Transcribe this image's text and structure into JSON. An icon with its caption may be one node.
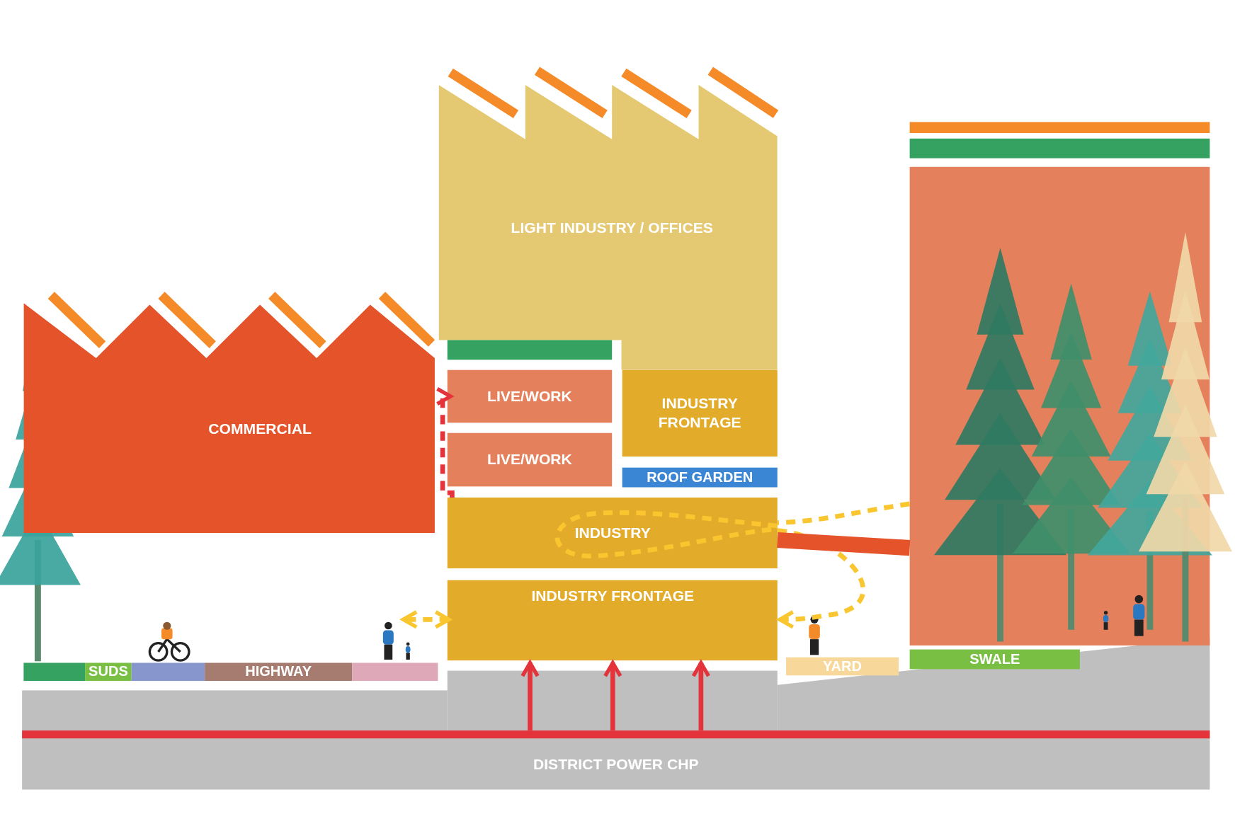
{
  "diagram": {
    "nodes": [
      {
        "text": [
          "LIGHT INDUSTRY / OFFICES"
        ]
      },
      {
        "text": [],
        "shape": "box"
      },
      {
        "text": [
          "COMMERCIAL"
        ]
      },
      {
        "text": [
          "LIVE/WORK"
        ]
      },
      {
        "text": [
          "LIVE/WORK"
        ]
      },
      {
        "text": [
          "INDUSTRY FRONTAGE"
        ]
      },
      {
        "text": [
          "ROOF GARDEN"
        ]
      },
      {
        "text": [
          "INDUSTRY"
        ]
      },
      {
        "text": [
          "INDUSTRY FRONTAGE"
        ]
      },
      {
        "text": [],
        "shape": "box"
      },
      {
        "text": [],
        "shape": "box"
      },
      {
        "text": [],
        "shape": "box"
      },
      {
        "text": [],
        "shape": "box"
      },
      {
        "text": [
          "SUDS"
        ]
      },
      {
        "text": [],
        "shape": "box"
      },
      {
        "text": [
          "HIGHWAY"
        ]
      },
      {
        "text": [],
        "shape": "box"
      },
      {
        "text": [
          "YARD"
        ]
      },
      {
        "text": [
          "SWALE"
        ]
      },
      {
        "text": [
          "DISTRICT POWER CHP"
        ]
      }
    ],
    "edges": [
      {
        "from": 19,
        "to": 8,
        "arrow": "to",
        "color": "#e4343b"
      },
      {
        "from": 19,
        "to": 8,
        "arrow": "to",
        "color": "#e4343b"
      },
      {
        "from": 19,
        "to": 8,
        "arrow": "to",
        "color": "#e4343b"
      },
      {
        "from": 7,
        "to": 3,
        "arrow": "to",
        "style": "dashed",
        "color": "#e4343b"
      },
      {
        "from": 8,
        "to": null,
        "arrow": "both",
        "style": "dashed",
        "color": "#f9c62f"
      },
      {
        "from": 11,
        "to": 7,
        "arrow": "none",
        "style": "dashed",
        "color": "#f9c62f"
      },
      {
        "from": 7,
        "to": 8,
        "arrow": "to",
        "style": "dashed",
        "color": "#f9c62f"
      },
      {
        "from": 7,
        "to": 11,
        "arrow": "none",
        "style": "thick",
        "color": "#e5532b"
      }
    ]
  }
}
